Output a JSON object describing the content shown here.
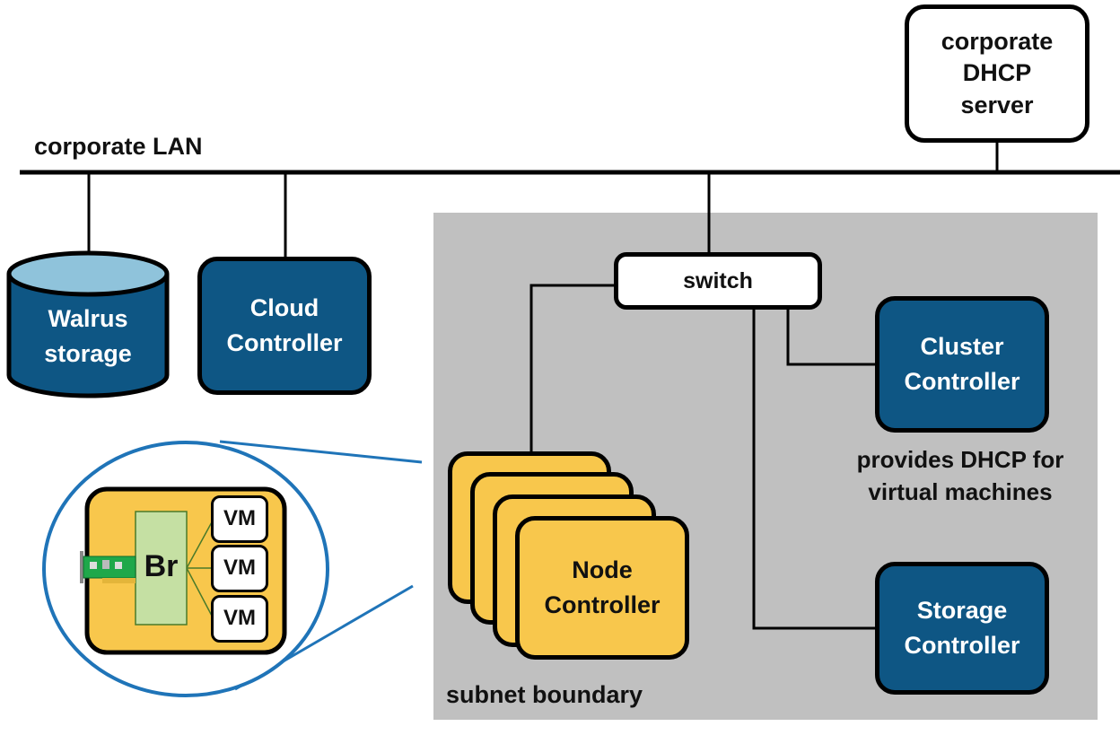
{
  "lan_label": "corporate LAN",
  "dhcp_server": {
    "line1": "corporate",
    "line2": "DHCP",
    "line3": "server"
  },
  "walrus": {
    "line1": "Walrus",
    "line2": "storage"
  },
  "cloud_controller": {
    "line1": "Cloud",
    "line2": "Controller"
  },
  "switch_label": "switch",
  "cluster_controller": {
    "line1": "Cluster",
    "line2": "Controller"
  },
  "dhcp_note": {
    "line1": "provides DHCP for",
    "line2": "virtual machines"
  },
  "node_controller": {
    "line1": "Node",
    "line2": "Controller"
  },
  "storage_controller": {
    "line1": "Storage",
    "line2": "Controller"
  },
  "subnet_label": "subnet boundary",
  "zoom": {
    "bridge_label": "Br",
    "vm_labels": [
      "VM",
      "VM",
      "VM"
    ]
  },
  "colors": {
    "controller_blue": "#0e5684",
    "node_yellow": "#f8c74c",
    "subnet_gray": "#c0c0c0",
    "zoom_circle": "#1f74b8",
    "bridge_green": "#c5e0a3"
  }
}
